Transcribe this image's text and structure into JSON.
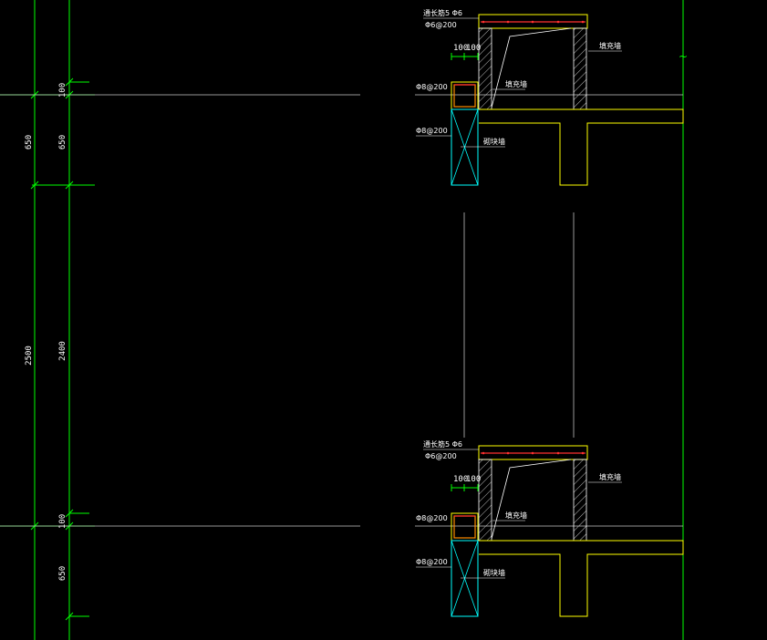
{
  "colors": {
    "background": "#000000",
    "dimension": "#00ff00",
    "text": "#ffffff",
    "gridline": "#c8c8c8",
    "beam": "#ffff00",
    "rebar": "#ff3030",
    "stirrup": "#ff8c00",
    "wall_block": "#00ffff",
    "axis_line": "#00ff00"
  },
  "dimensions": {
    "outer": [
      "650",
      "2500"
    ],
    "inner": [
      "100",
      "650",
      "2400",
      "100",
      "650"
    ]
  },
  "details": [
    {
      "name": "upper",
      "top_bar_note": "通长筋5 Φ6",
      "stirrup_note": "Φ6@200",
      "width_dims": [
        "100",
        "100"
      ],
      "right_wall_note": "填充墙",
      "mid_note": "填充墙",
      "bar_note_1": "Φ8@200",
      "bar_note_2": "Φ8@200",
      "base_note": "砌块墙"
    },
    {
      "name": "lower",
      "top_bar_note": "通长筋5 Φ6",
      "stirrup_note": "Φ6@200",
      "width_dims": [
        "100",
        "100"
      ],
      "right_wall_note": "填充墙",
      "mid_note": "填充墙",
      "bar_note_1": "Φ8@200",
      "bar_note_2": "Φ8@200",
      "base_note": "砌块墙"
    }
  ],
  "break_mark": "~"
}
